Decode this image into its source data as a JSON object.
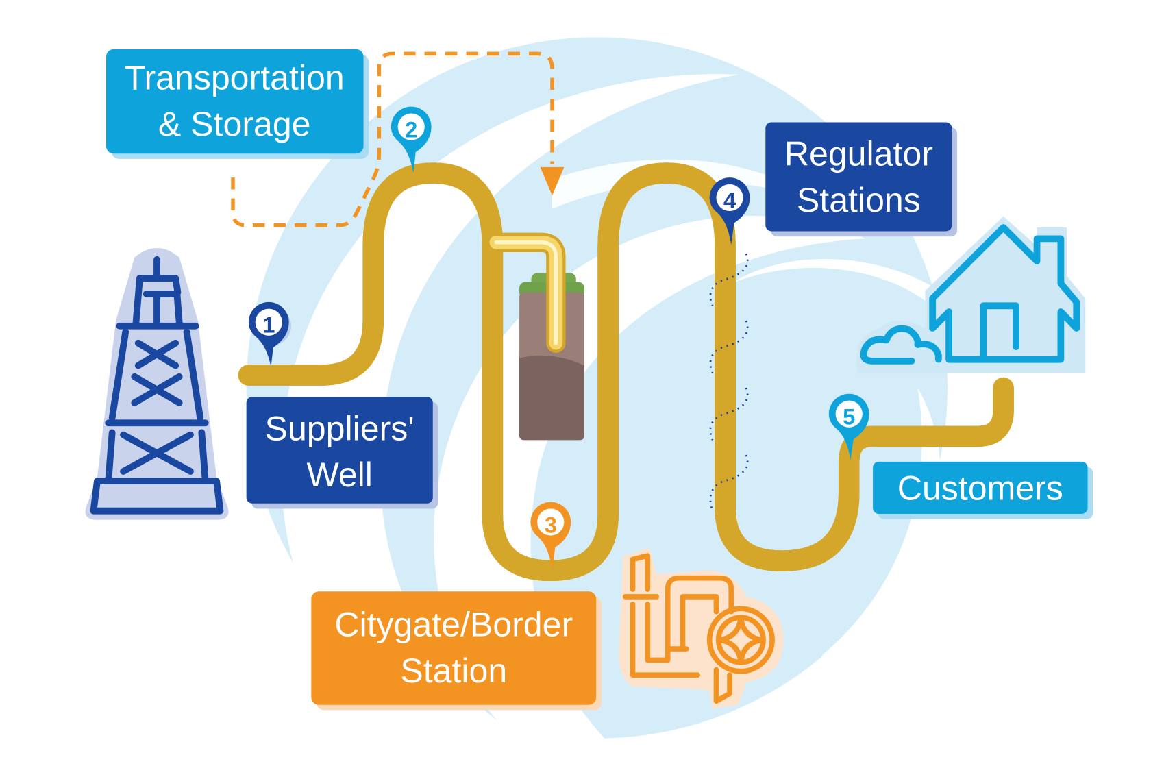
{
  "diagram": {
    "title": "Natural gas delivery path",
    "colors": {
      "light_blue": "#0fa3dc",
      "dark_blue": "#1a47a0",
      "orange": "#f39322",
      "pipe_gold": "#e8c24a",
      "swirl": "#d4edf8"
    },
    "steps": [
      {
        "number": "1",
        "label_line1": "Suppliers'",
        "label_line2": "Well",
        "icon": "oil-derrick-icon",
        "color": "#1a47a0"
      },
      {
        "number": "2",
        "label_line1": "Transportation",
        "label_line2": "& Storage",
        "icon": "underground-storage-icon",
        "color": "#0fa3dc"
      },
      {
        "number": "3",
        "label_line1": "Citygate/Border",
        "label_line2": "Station",
        "icon": "valve-pipes-icon",
        "color": "#f39322"
      },
      {
        "number": "4",
        "label_line1": "Regulator",
        "label_line2": "Stations",
        "icon": "pressure-coil-icon",
        "color": "#1a47a0"
      },
      {
        "number": "5",
        "label_line1": "Customers",
        "label_line2": "",
        "icon": "house-icon",
        "color": "#0fa3dc"
      }
    ]
  }
}
